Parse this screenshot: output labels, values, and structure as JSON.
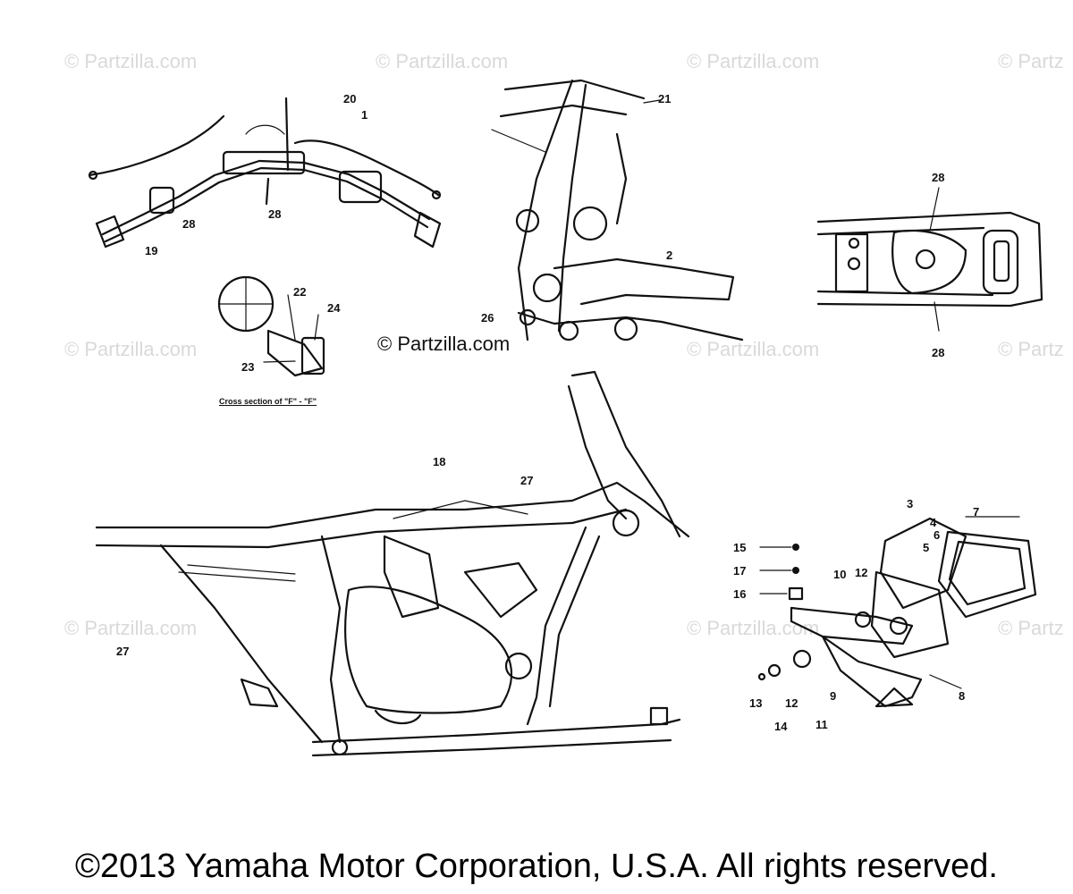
{
  "watermarks": [
    "© Partzilla.com",
    "© Partzilla.com",
    "© Partzilla.com",
    "© Partz",
    "© Partzilla.com",
    "© Partzilla.com",
    "© Partz",
    "© Partzilla.com",
    "© Partzilla.com",
    "© Partz"
  ],
  "center_watermark": "© Partzilla.com",
  "section_caption": "Cross section of \"F\" - \"F\"",
  "callouts": {
    "handlebar": [
      "20",
      "1",
      "28",
      "28",
      "19"
    ],
    "cross_section": [
      "22",
      "24",
      "23"
    ],
    "frame_front": [
      "21",
      "2",
      "26"
    ],
    "rear_view": [
      "28",
      "28"
    ],
    "main_frame": [
      "18",
      "27",
      "27"
    ],
    "taillight": [
      "3",
      "4",
      "7",
      "6",
      "5",
      "15",
      "17",
      "16",
      "10",
      "12",
      "9",
      "11",
      "12",
      "14",
      "13",
      "8"
    ]
  },
  "copyright": "©2013 Yamaha Motor Corporation, U.S.A. All rights reserved."
}
